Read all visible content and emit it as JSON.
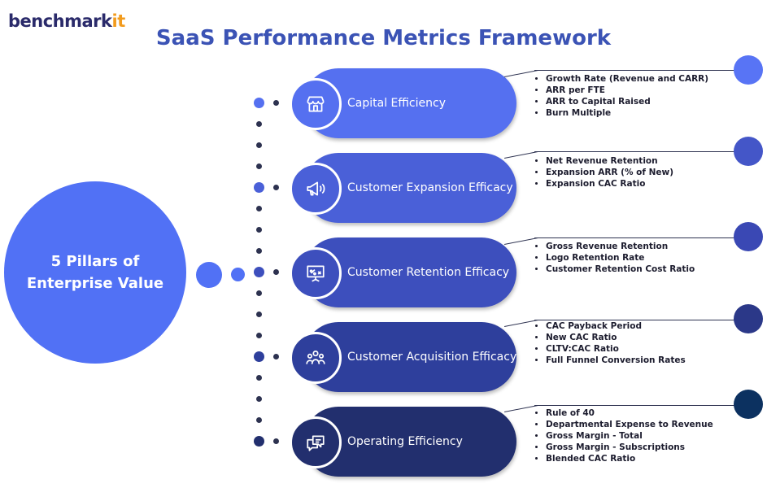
{
  "logo": {
    "main": "benchmark",
    "accent": "it"
  },
  "title": "SaaS Performance Metrics Framework",
  "center": {
    "label": "5 Pillars of\nEnterprise Value"
  },
  "pillars": [
    {
      "label": "Capital Efficiency",
      "icon": "store-icon",
      "color": "#5570f0",
      "metrics": [
        "Growth Rate (Revenue and CARR)",
        "ARR per FTE",
        "ARR to Capital Raised",
        "Burn Multiple"
      ]
    },
    {
      "label": "Customer Expansion Efficacy",
      "icon": "megaphone-icon",
      "color": "#4a60d8",
      "metrics": [
        "Net Revenue Retention",
        "Expansion ARR (% of New)",
        "Expansion CAC Ratio"
      ]
    },
    {
      "label": "Customer Retention Efficacy",
      "icon": "presentation-board-icon",
      "color": "#3d4fbd",
      "metrics": [
        "Gross Revenue Retention",
        "Logo Retention Rate",
        "Customer Retention Cost Ratio"
      ]
    },
    {
      "label": "Customer Acquisition Efficacy",
      "icon": "group-icon",
      "color": "#2e3f9c",
      "metrics": [
        "CAC Payback Period",
        "New CAC Ratio",
        "CLTV:CAC Ratio",
        "Full Funnel Conversion Rates"
      ]
    },
    {
      "label": "Operating Efficiency",
      "icon": "chat-bubbles-icon",
      "color": "#222f6e",
      "metrics": [
        "Rule of 40",
        "Departmental Expense to Revenue",
        "Gross Margin - Total",
        "Gross Margin - Subscriptions",
        "Blended CAC Ratio"
      ]
    }
  ],
  "end_circle_colors": [
    "#5874f5",
    "#4456c8",
    "#3a48b4",
    "#2b3888",
    "#0c3160"
  ]
}
